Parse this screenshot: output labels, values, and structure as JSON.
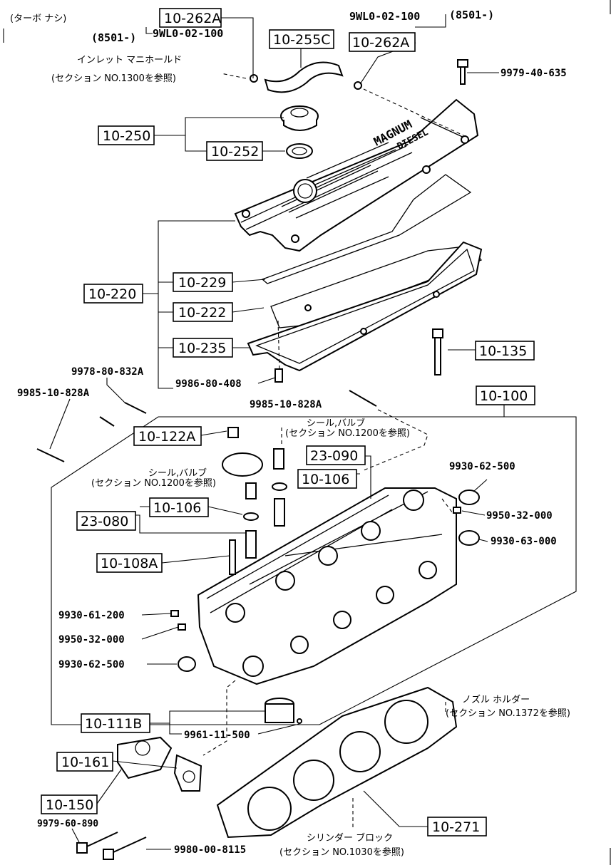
{
  "header": {
    "title": "(ターボ ナシ)"
  },
  "notes": {
    "rev_top_right": "(8501-)",
    "rev_left": "(8501-)",
    "intake_manifold": "インレット マニホールド",
    "intake_ref": "(セクション NO.1300を参照)",
    "seal_valve_right": "シール,バルブ",
    "seal_valve_right_ref": "(セクション NO.1200を参照)",
    "seal_valve_left": "シール,バルブ",
    "seal_valve_left_ref": "(セクション NO.1200を参照)",
    "nozzle_holder": "ノズル ホルダー",
    "nozzle_holder_ref": "(セクション NO.1372を参照)",
    "cylinder_block": "シリンダー ブロック",
    "cylinder_block_ref": "(セクション NO.1030を参照)",
    "cover_text_1": "MAGNUM",
    "cover_text_2": "DIESEL"
  },
  "boxed_parts": {
    "p10_262A_left": "10-262A",
    "p10_255C": "10-255C",
    "p10_262A_right": "10-262A",
    "p10_250": "10-250",
    "p10_252": "10-252",
    "p10_229": "10-229",
    "p10_220": "10-220",
    "p10_222": "10-222",
    "p10_235": "10-235",
    "p10_135": "10-135",
    "p10_100": "10-100",
    "p10_122A": "10-122A",
    "p23_090": "23-090",
    "p10_106_right": "10-106",
    "p10_106_left": "10-106",
    "p23_080": "23-080",
    "p10_108A": "10-108A",
    "p10_111B": "10-111B",
    "p10_161": "10-161",
    "p10_150": "10-150",
    "p10_271": "10-271"
  },
  "part_numbers": {
    "n9WL0_02_100_left": "9WL0-02-100",
    "n9WL0_02_100_right": "9WL0-02-100",
    "n9979_40_635": "9979-40-635",
    "n9978_80_832A": "9978-80-832A",
    "n9985_10_828A_left": "9985-10-828A",
    "n9986_80_408": "9986-80-408",
    "n9985_10_828A_mid": "9985-10-828A",
    "n9930_62_500_right": "9930-62-500",
    "n9950_32_000_right": "9950-32-000",
    "n9930_63_000": "9930-63-000",
    "n9930_61_200": "9930-61-200",
    "n9950_32_000_left": "9950-32-000",
    "n9930_62_500_left": "9930-62-500",
    "n9961_11_500": "9961-11-500",
    "n9979_60_890": "9979-60-890",
    "n9980_00_8115": "9980-00-8115"
  }
}
